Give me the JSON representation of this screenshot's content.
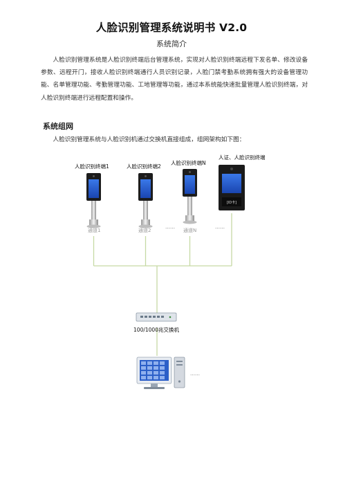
{
  "doc": {
    "title": "人脸识别管理系统说明书 V2.0",
    "subtitle": "系统简介",
    "intro": "人脸识别管理系统是人脸识别终端后台管理系统，实现对人脸识别终端远程下发名单、修改设备参数、远程开门，接收人脸识别终端通行人员识别记录，人脸门禁考勤系统拥有强大的设备管理功能、名单管理功能、考勤管理功能、工地管理等功能，通过本系统能快速批量管理人脸识别终端，对人脸识别终端进行远程配置和操作。",
    "section_title": "系统组网",
    "section_text": "人脸识别管理系统与人脸识别机通过交换机直接组成，组网架构如下图："
  },
  "diagram": {
    "terminals": [
      {
        "label": "人脸识别终端1",
        "channel": "通道1"
      },
      {
        "label": "人脸识别终端2",
        "channel": "通道2"
      },
      {
        "label": "人脸识别终端N",
        "channel": "通道N"
      },
      {
        "label": "人证、人脸识别终端",
        "channel": ""
      }
    ],
    "id_reader_text": "[ID卡]",
    "ellipsis": "……",
    "switch_label": "100/1000兆交换机",
    "line_color": "#c6d9a3",
    "screen_color": "#1e56c8"
  }
}
